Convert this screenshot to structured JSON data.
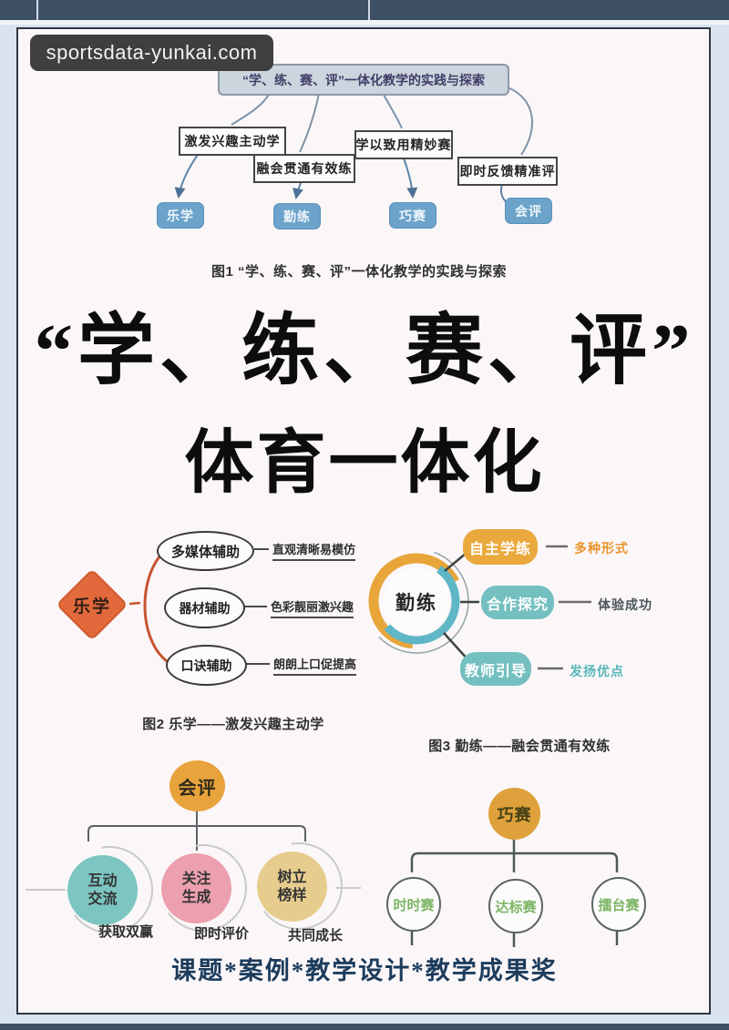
{
  "watermark": "sportsdata-yunkai.com",
  "figure1": {
    "title": "“学、练、赛、评”一体化教学的实践与探索",
    "branches": [
      {
        "label": "激发兴趣主动学",
        "node": "乐学"
      },
      {
        "label": "融会贯通有效练",
        "node": "勤练"
      },
      {
        "label": "学以致用精妙赛",
        "node": "巧赛"
      },
      {
        "label": "即时反馈精准评",
        "node": "会评"
      }
    ],
    "caption": "图1 “学、练、赛、评”一体化教学的实践与探索"
  },
  "headline": {
    "line1": "“学、练、赛、评”",
    "line2": "体育一体化"
  },
  "figure2": {
    "root": "乐学",
    "branches": [
      {
        "node": "多媒体辅助",
        "note": "直观清晰易模仿"
      },
      {
        "node": "器材辅助",
        "note": "色彩靓丽激兴趣"
      },
      {
        "node": "口诀辅助",
        "note": "朗朗上口促提高"
      }
    ],
    "caption": "图2 乐学——激发兴趣主动学"
  },
  "figure3": {
    "root": "勤练",
    "branches": [
      {
        "node": "自主学练",
        "note": "多种形式"
      },
      {
        "node": "合作探究",
        "note": "体验成功"
      },
      {
        "node": "教师引导",
        "note": "发扬优点"
      }
    ],
    "caption": "图3 勤练——融会贯通有效练"
  },
  "figure4": {
    "root": "会评",
    "branches": [
      {
        "node": "互动交流",
        "note": "获取双赢"
      },
      {
        "node": "关注生成",
        "note": "即时评价"
      },
      {
        "node": "树立榜样",
        "note": "共同成长"
      }
    ]
  },
  "figure5": {
    "root": "巧赛",
    "branches": [
      {
        "node": "时时赛"
      },
      {
        "node": "达标赛"
      },
      {
        "node": "擂台赛"
      }
    ]
  },
  "footer": "课题*案例*教学设计*教学成果奖",
  "colors": {
    "band": "#3e5064",
    "page_bg": "#d8e3ef",
    "paper": "#fbf7f9",
    "badge": "#3f3f3f",
    "node_blue": "#6ba3ca",
    "orange_diamond": "#e2693b",
    "gold": "#e9a93d",
    "teal": "#74bfc0",
    "pink_circle": "#ec9fae",
    "tan_circle": "#e6cd8e",
    "teal_circle": "#7cc5c1",
    "green_text": "#7cb564",
    "footer_blue": "#1d3c5c"
  }
}
